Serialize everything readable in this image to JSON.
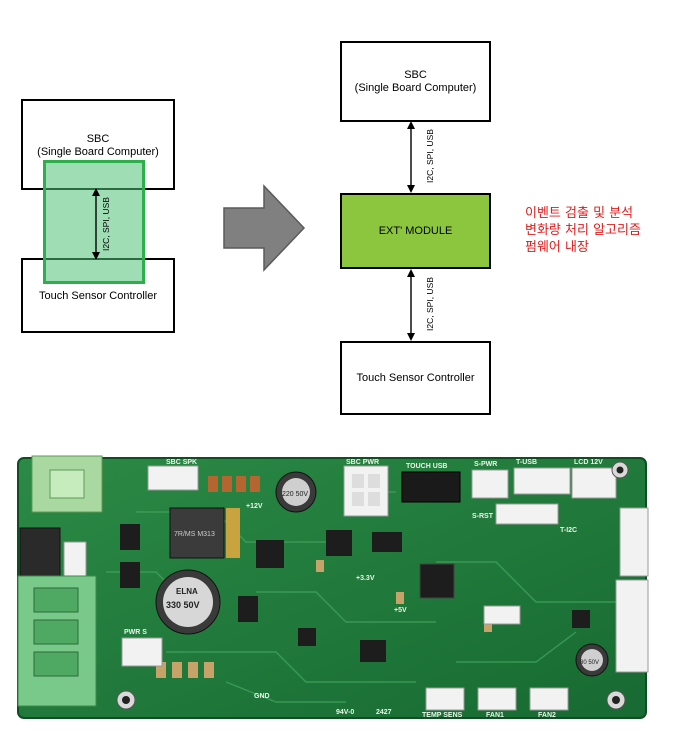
{
  "left_diagram": {
    "sbc_title": "SBC",
    "sbc_subtitle": "(Single Board Computer)",
    "touch_controller": "Touch Sensor Controller",
    "interface": "I2C, SPI, USB"
  },
  "right_diagram": {
    "sbc_title": "SBC",
    "sbc_subtitle": "(Single Board Computer)",
    "ext_module": "EXT' MODULE",
    "touch_controller": "Touch Sensor Controller",
    "interface_top": "I2C, SPI, USB",
    "interface_bottom": "I2C, SPI, USB"
  },
  "annotation": {
    "line1": "이벤트 검출 및 분석",
    "line2": "변화량 처리 알고리즘",
    "line3": "펌웨어 내장"
  },
  "pcb": {
    "labels": {
      "sbc_spk": "SBC SPK",
      "sbc_pwr": "SBC PWR",
      "touch_usb": "TOUCH USB",
      "s_pwr": "S-PWR",
      "t_usb": "T-USB",
      "lcd_12v": "LCD 12V",
      "pwr_s": "PWR S",
      "gnd": "GND",
      "temp_sens": "TEMP SENS",
      "fan1": "FAN1",
      "fan2": "FAN2",
      "v12": "+12V",
      "v5": "+5V",
      "v33": "+3.3V",
      "s_rst": "S-RST",
      "t_i2c": "T-I2C",
      "board_mark": "94V-0",
      "board_date": "2427",
      "cap_big": "330 50V",
      "cap_brand": "ELNA",
      "cap_mid": "220 50V",
      "cap_small": "80 50V",
      "inductor": "7R/MS M313"
    },
    "colors": {
      "board": "#1f7a3a",
      "connector_green": "#3cb04a",
      "connector_white": "#f2f2f2",
      "terminal_block": "#79c98a"
    }
  },
  "colors": {
    "ext_module_fill": "#8cc63f",
    "overlay_fill": "#8ad5a6",
    "overlay_border": "#2fae4d",
    "arrow_gray": "#808080",
    "annotation_red": "#e01b1b"
  }
}
